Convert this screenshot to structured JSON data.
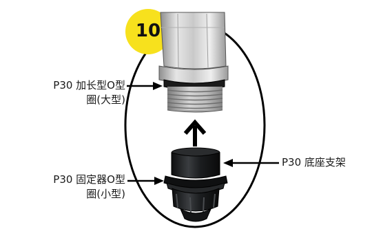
{
  "step_badge": {
    "number": "10",
    "color": "#f7e11d"
  },
  "labels": {
    "extended_oring": {
      "line1": "P30 加长型O型",
      "line2": "圈(大型)"
    },
    "fixed_oring": {
      "line1": "P30 固定器O型",
      "line2": "圈(小型)"
    },
    "base_bracket": {
      "line1": "P30 底座支架"
    }
  },
  "colors": {
    "outline": "#000000",
    "part_dark": "#1b1d1f",
    "part_light": "#d6d6d6"
  }
}
